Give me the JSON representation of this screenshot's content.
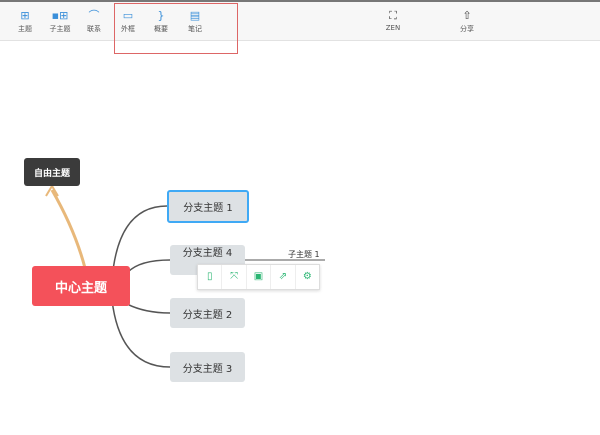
{
  "toolbar": {
    "items": [
      {
        "label": "主题",
        "icon": "topic-icon"
      },
      {
        "label": "子主题",
        "icon": "subtopic-icon"
      },
      {
        "label": "联系",
        "icon": "relationship-icon"
      },
      {
        "label": "外框",
        "icon": "boundary-icon"
      },
      {
        "label": "概要",
        "icon": "summary-icon"
      },
      {
        "label": "笔记",
        "icon": "note-icon"
      },
      {
        "label": "ZEN",
        "icon": "fullscreen-icon"
      },
      {
        "label": "分享",
        "icon": "share-icon"
      }
    ]
  },
  "map": {
    "free_topic": "自由主题",
    "central": "中心主题",
    "branches": [
      "分支主题 1",
      "分支主题 4",
      "分支主题 2",
      "分支主题 3"
    ],
    "subtopic": "子主题 1"
  },
  "colors": {
    "central": "#f4515a",
    "free": "#3b3b3b",
    "selected": "#3fa9f5",
    "popup_icons": "#2bb673",
    "highlight_box": "#dd6666"
  }
}
